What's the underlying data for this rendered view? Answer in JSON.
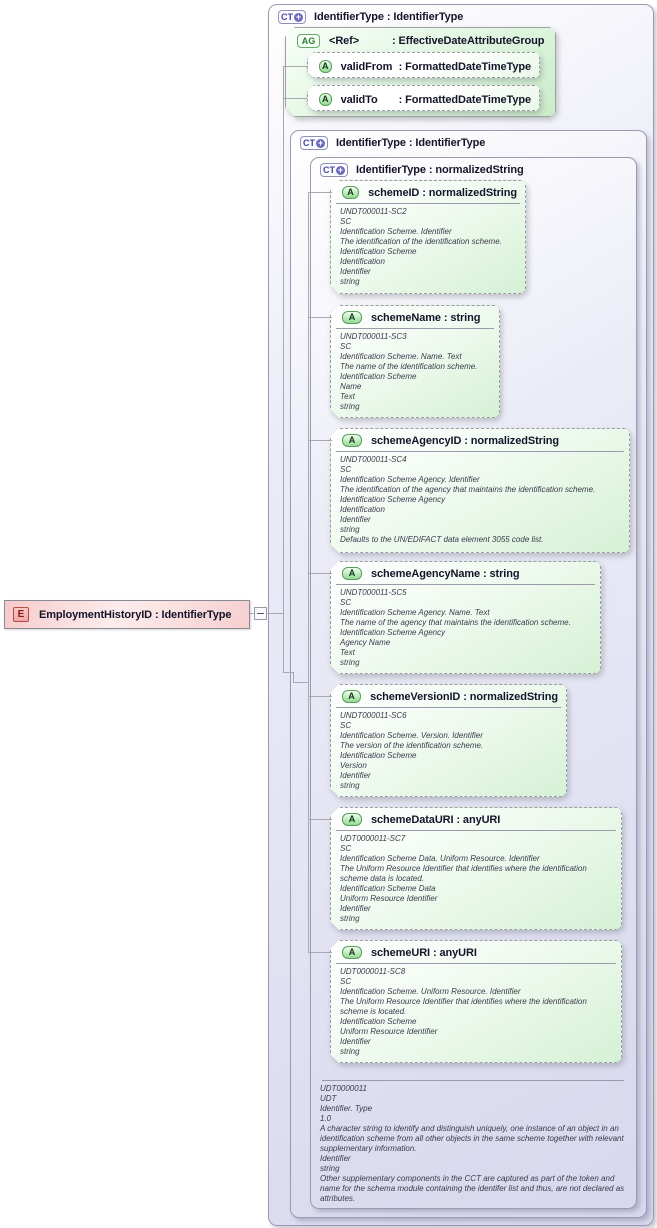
{
  "colon": ":",
  "element": {
    "badge": "E",
    "label": "EmploymentHistoryID : IdentifierType"
  },
  "outer_ct": {
    "badge": "CT",
    "label": "IdentifierType : IdentifierType"
  },
  "attribute_group": {
    "badge": "AG",
    "name": "<Ref>",
    "type": "EffectiveDateAttributeGroup",
    "attributes": [
      {
        "badge": "A",
        "name": "validFrom",
        "type": "FormattedDateTimeType"
      },
      {
        "badge": "A",
        "name": "validTo",
        "type": "FormattedDateTimeType"
      }
    ]
  },
  "inner_ct": {
    "badge": "CT",
    "label": "IdentifierType : IdentifierType"
  },
  "core_ct": {
    "badge": "CT",
    "label": "IdentifierType : normalizedString"
  },
  "attributes": [
    {
      "badge": "A",
      "name": "schemeID",
      "type": "normalizedString",
      "doc": [
        "UNDT000011-SC2",
        "SC",
        "Identification Scheme. Identifier",
        "The identification of the identification scheme.",
        "Identification Scheme",
        "Identification",
        "Identifier",
        "string"
      ]
    },
    {
      "badge": "A",
      "name": "schemeName",
      "type": "string",
      "doc": [
        "UNDT000011-SC3",
        "SC",
        "Identification Scheme. Name. Text",
        "The name of the identification scheme.",
        "Identification Scheme",
        "Name",
        "Text",
        "string"
      ]
    },
    {
      "badge": "A",
      "name": "schemeAgencyID",
      "type": "normalizedString",
      "doc": [
        "UNDT000011-SC4",
        "SC",
        "Identification Scheme Agency. Identifier",
        "The identification of the agency that maintains the identification scheme.",
        "Identification Scheme Agency",
        "Identification",
        "Identifier",
        "string",
        "Defaults to the UN/EDIFACT data element 3055 code list."
      ]
    },
    {
      "badge": "A",
      "name": "schemeAgencyName",
      "type": "string",
      "doc": [
        "UNDT000011-SC5",
        "SC",
        "Identification Scheme Agency. Name. Text",
        "The name of the agency that maintains the identification scheme.",
        "Identification Scheme Agency",
        "Agency Name",
        "Text",
        "string"
      ]
    },
    {
      "badge": "A",
      "name": "schemeVersionID",
      "type": "normalizedString",
      "doc": [
        "UNDT000011-SC6",
        "SC",
        "Identification Scheme. Version. Identifier",
        "The version of the identification scheme.",
        "Identification Scheme",
        "Version",
        "Identifier",
        "string"
      ]
    },
    {
      "badge": "A",
      "name": "schemeDataURI",
      "type": "anyURI",
      "doc": [
        "UDT0000011-SC7",
        "SC",
        "Identification Scheme Data. Uniform Resource. Identifier",
        "The Uniform Resource Identifier that identifies where the identification scheme data is located.",
        "Identification Scheme Data",
        "Uniform Resource Identifier",
        "Identifier",
        "string"
      ]
    },
    {
      "badge": "A",
      "name": "schemeURI",
      "type": "anyURI",
      "doc": [
        "UDT0000011-SC8",
        "SC",
        "Identification Scheme. Uniform Resource. Identifier",
        "The Uniform Resource Identifier that identifies where the identification scheme is located.",
        "Identification Scheme",
        "Uniform Resource Identifier",
        "Identifier",
        "string"
      ]
    }
  ],
  "core_doc": [
    "UDT0000011",
    "UDT",
    "Identifier. Type",
    "1.0",
    "A character string to identify and distinguish uniquely, one instance of an object in an identification scheme from all other objects in the same scheme together with relevant supplementary information.",
    "Identifier",
    "string",
    "Other supplementary components in the CCT are captured as part of the token and name for the schema module containing the identifer list and thus, are not declared as attributes."
  ]
}
